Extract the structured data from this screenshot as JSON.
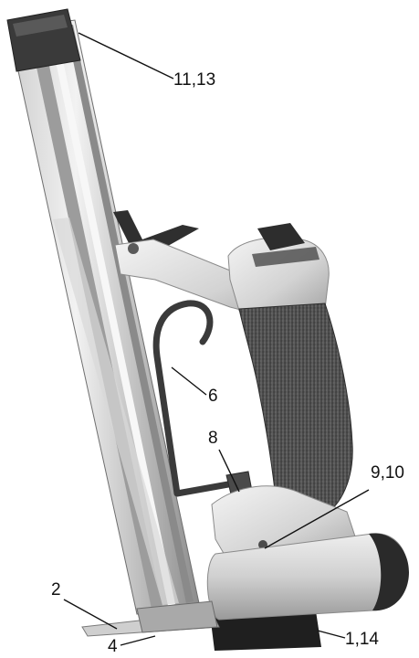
{
  "callouts": [
    {
      "id": "c-11-13",
      "label": "11,13"
    },
    {
      "id": "c-6",
      "label": "6"
    },
    {
      "id": "c-8",
      "label": "8"
    },
    {
      "id": "c-9-10",
      "label": "9,10"
    },
    {
      "id": "c-2",
      "label": "2"
    },
    {
      "id": "c-4",
      "label": "4"
    },
    {
      "id": "c-1-14",
      "label": "1,14"
    }
  ],
  "colors": {
    "metal_light": "#e4e4e4",
    "metal_mid": "#bdbdbd",
    "metal_dark": "#7a7a7a",
    "grip": "#4f4f4f",
    "cap": "#2b2b2b",
    "line": "#111111"
  }
}
